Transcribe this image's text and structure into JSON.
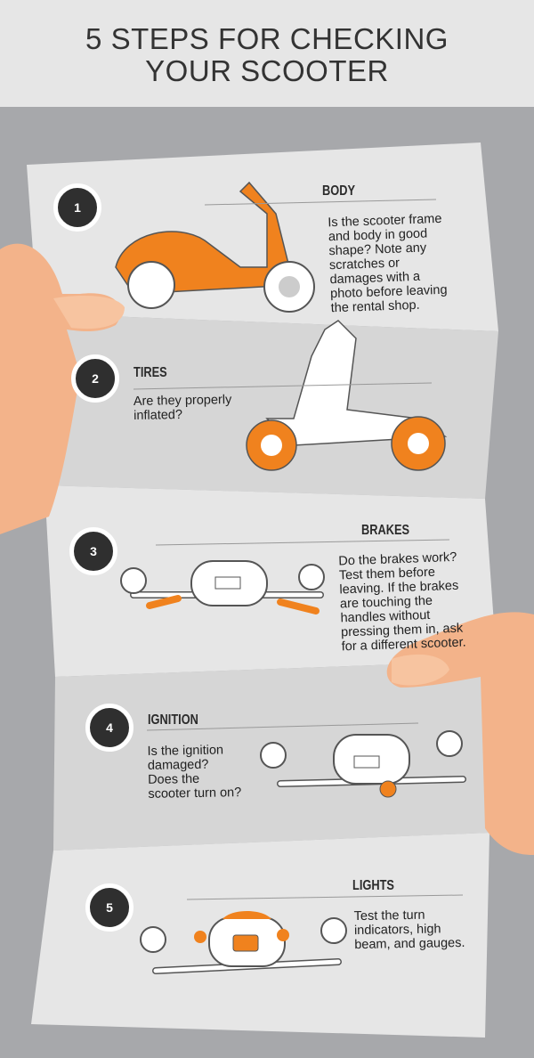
{
  "title_lines": [
    "5 STEPS FOR CHECKING",
    "YOUR SCOOTER"
  ],
  "colors": {
    "accent": "#f0821e",
    "paper_light": "#e6e6e6",
    "paper_dark": "#d6d6d6",
    "background": "#a7a8ab",
    "skin": "#f3b38a"
  },
  "steps": [
    {
      "number": "1",
      "heading": "BODY",
      "text": [
        "Is the scooter frame",
        "and body in good",
        "shape? Note any",
        "scratches or",
        "damages with a",
        "photo before leaving",
        "the rental shop."
      ]
    },
    {
      "number": "2",
      "heading": "TIRES",
      "text": [
        "Are they properly",
        "inflated?"
      ]
    },
    {
      "number": "3",
      "heading": "BRAKES",
      "text": [
        "Do the brakes work?",
        "Test them before",
        "leaving. If the brakes",
        "are touching the",
        "handles without",
        "pressing them in, ask",
        "for a different scooter."
      ]
    },
    {
      "number": "4",
      "heading": "IGNITION",
      "text": [
        "Is the ignition",
        "damaged?",
        "Does the",
        "scooter turn on?"
      ]
    },
    {
      "number": "5",
      "heading": "LIGHTS",
      "text": [
        "Test the turn",
        "indicators, high",
        "beam, and gauges."
      ]
    }
  ]
}
